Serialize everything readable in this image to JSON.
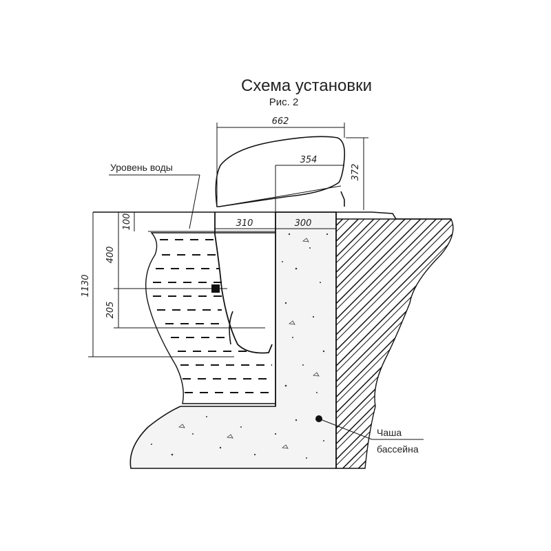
{
  "title": "Схема установки",
  "subtitle": "Рис. 2",
  "labels": {
    "water_level": "Уровень воды",
    "pool_bowl_line1": "Чаша",
    "pool_bowl_line2": "бассейна"
  },
  "dimensions": {
    "width_total": "662",
    "width_upper": "354",
    "height_head": "372",
    "offset_wall": "310",
    "concrete_width": "300",
    "depth_100": "100",
    "depth_400": "400",
    "depth_205": "205",
    "depth_total": "1130"
  },
  "colors": {
    "line": "#111111",
    "background": "#ffffff"
  }
}
